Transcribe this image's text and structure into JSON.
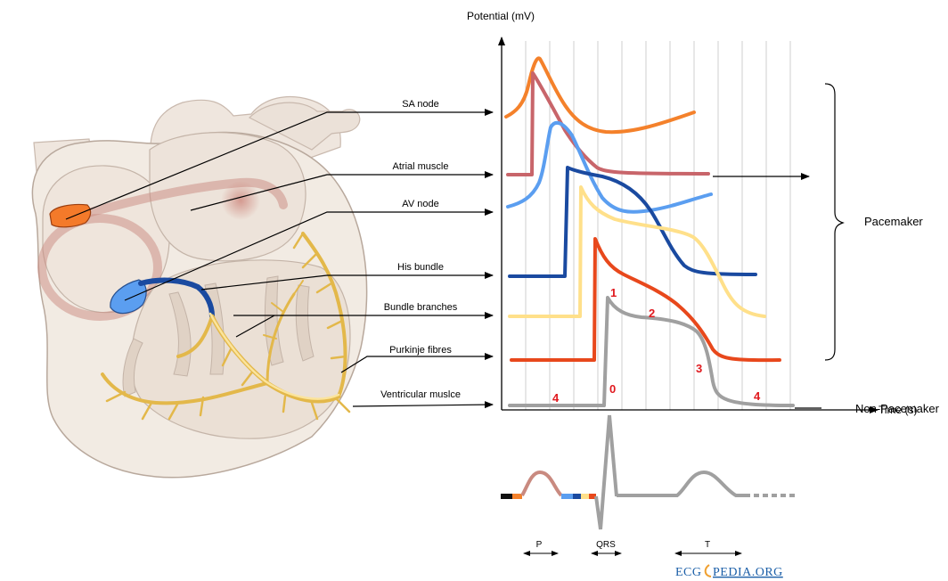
{
  "axes": {
    "y_title": "Potential (mV)",
    "x_title": "Time (s)"
  },
  "structures": [
    {
      "id": "sa",
      "label": "SA node",
      "color": "#f4812b"
    },
    {
      "id": "atrial",
      "label": "Atrial muscle",
      "color": "#c8656a"
    },
    {
      "id": "av",
      "label": "AV node",
      "color": "#5b9ef0"
    },
    {
      "id": "his",
      "label": "His bundle",
      "color": "#1a4aa0"
    },
    {
      "id": "bundle",
      "label": "Bundle branches",
      "color": "#ffe08a"
    },
    {
      "id": "purkinje",
      "label": "Purkinje fibres",
      "color": "#e8481c"
    },
    {
      "id": "ventricular",
      "label": "Ventricular muslce",
      "color": "#a0a0a0"
    }
  ],
  "groups": {
    "pacemaker": "Pacemaker",
    "non_pacemaker": "Non-Pacemaker"
  },
  "phases": [
    "0",
    "1",
    "2",
    "3",
    "4",
    "4"
  ],
  "ecg": {
    "p_label": "P",
    "qrs_label": "QRS",
    "t_label": "T"
  },
  "logo": {
    "left": "ECG",
    "right": "PEDIA.ORG"
  }
}
